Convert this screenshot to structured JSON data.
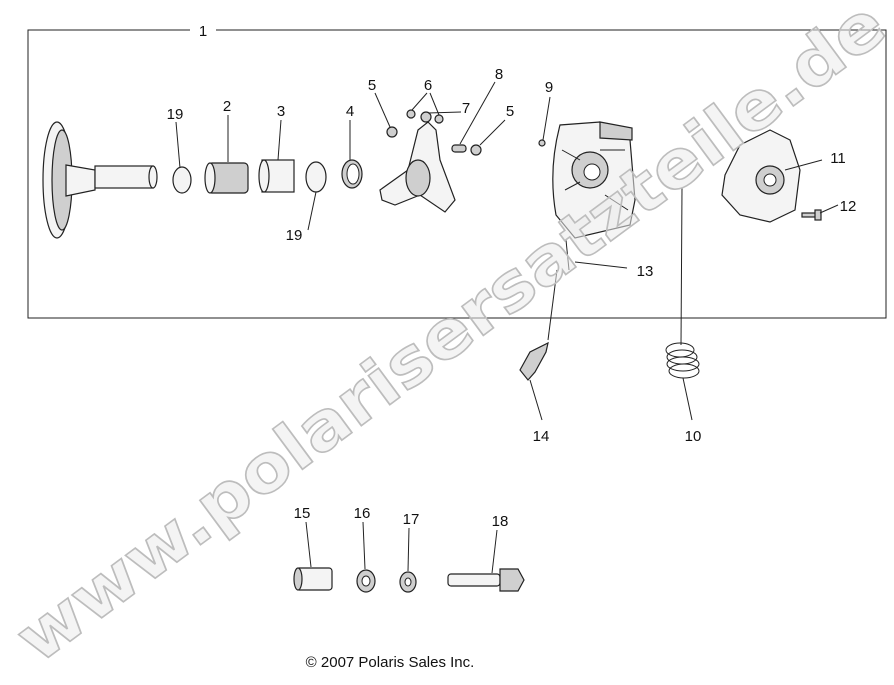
{
  "diagram": {
    "labels": [
      "1",
      "19",
      "2",
      "3",
      "4",
      "5",
      "6",
      "7",
      "8",
      "5",
      "9",
      "11",
      "12",
      "13",
      "14",
      "10",
      "19",
      "15",
      "16",
      "17",
      "18"
    ],
    "copyright": "© 2007 Polaris Sales Inc.",
    "watermark": "www.polarisersatzteile.de"
  }
}
